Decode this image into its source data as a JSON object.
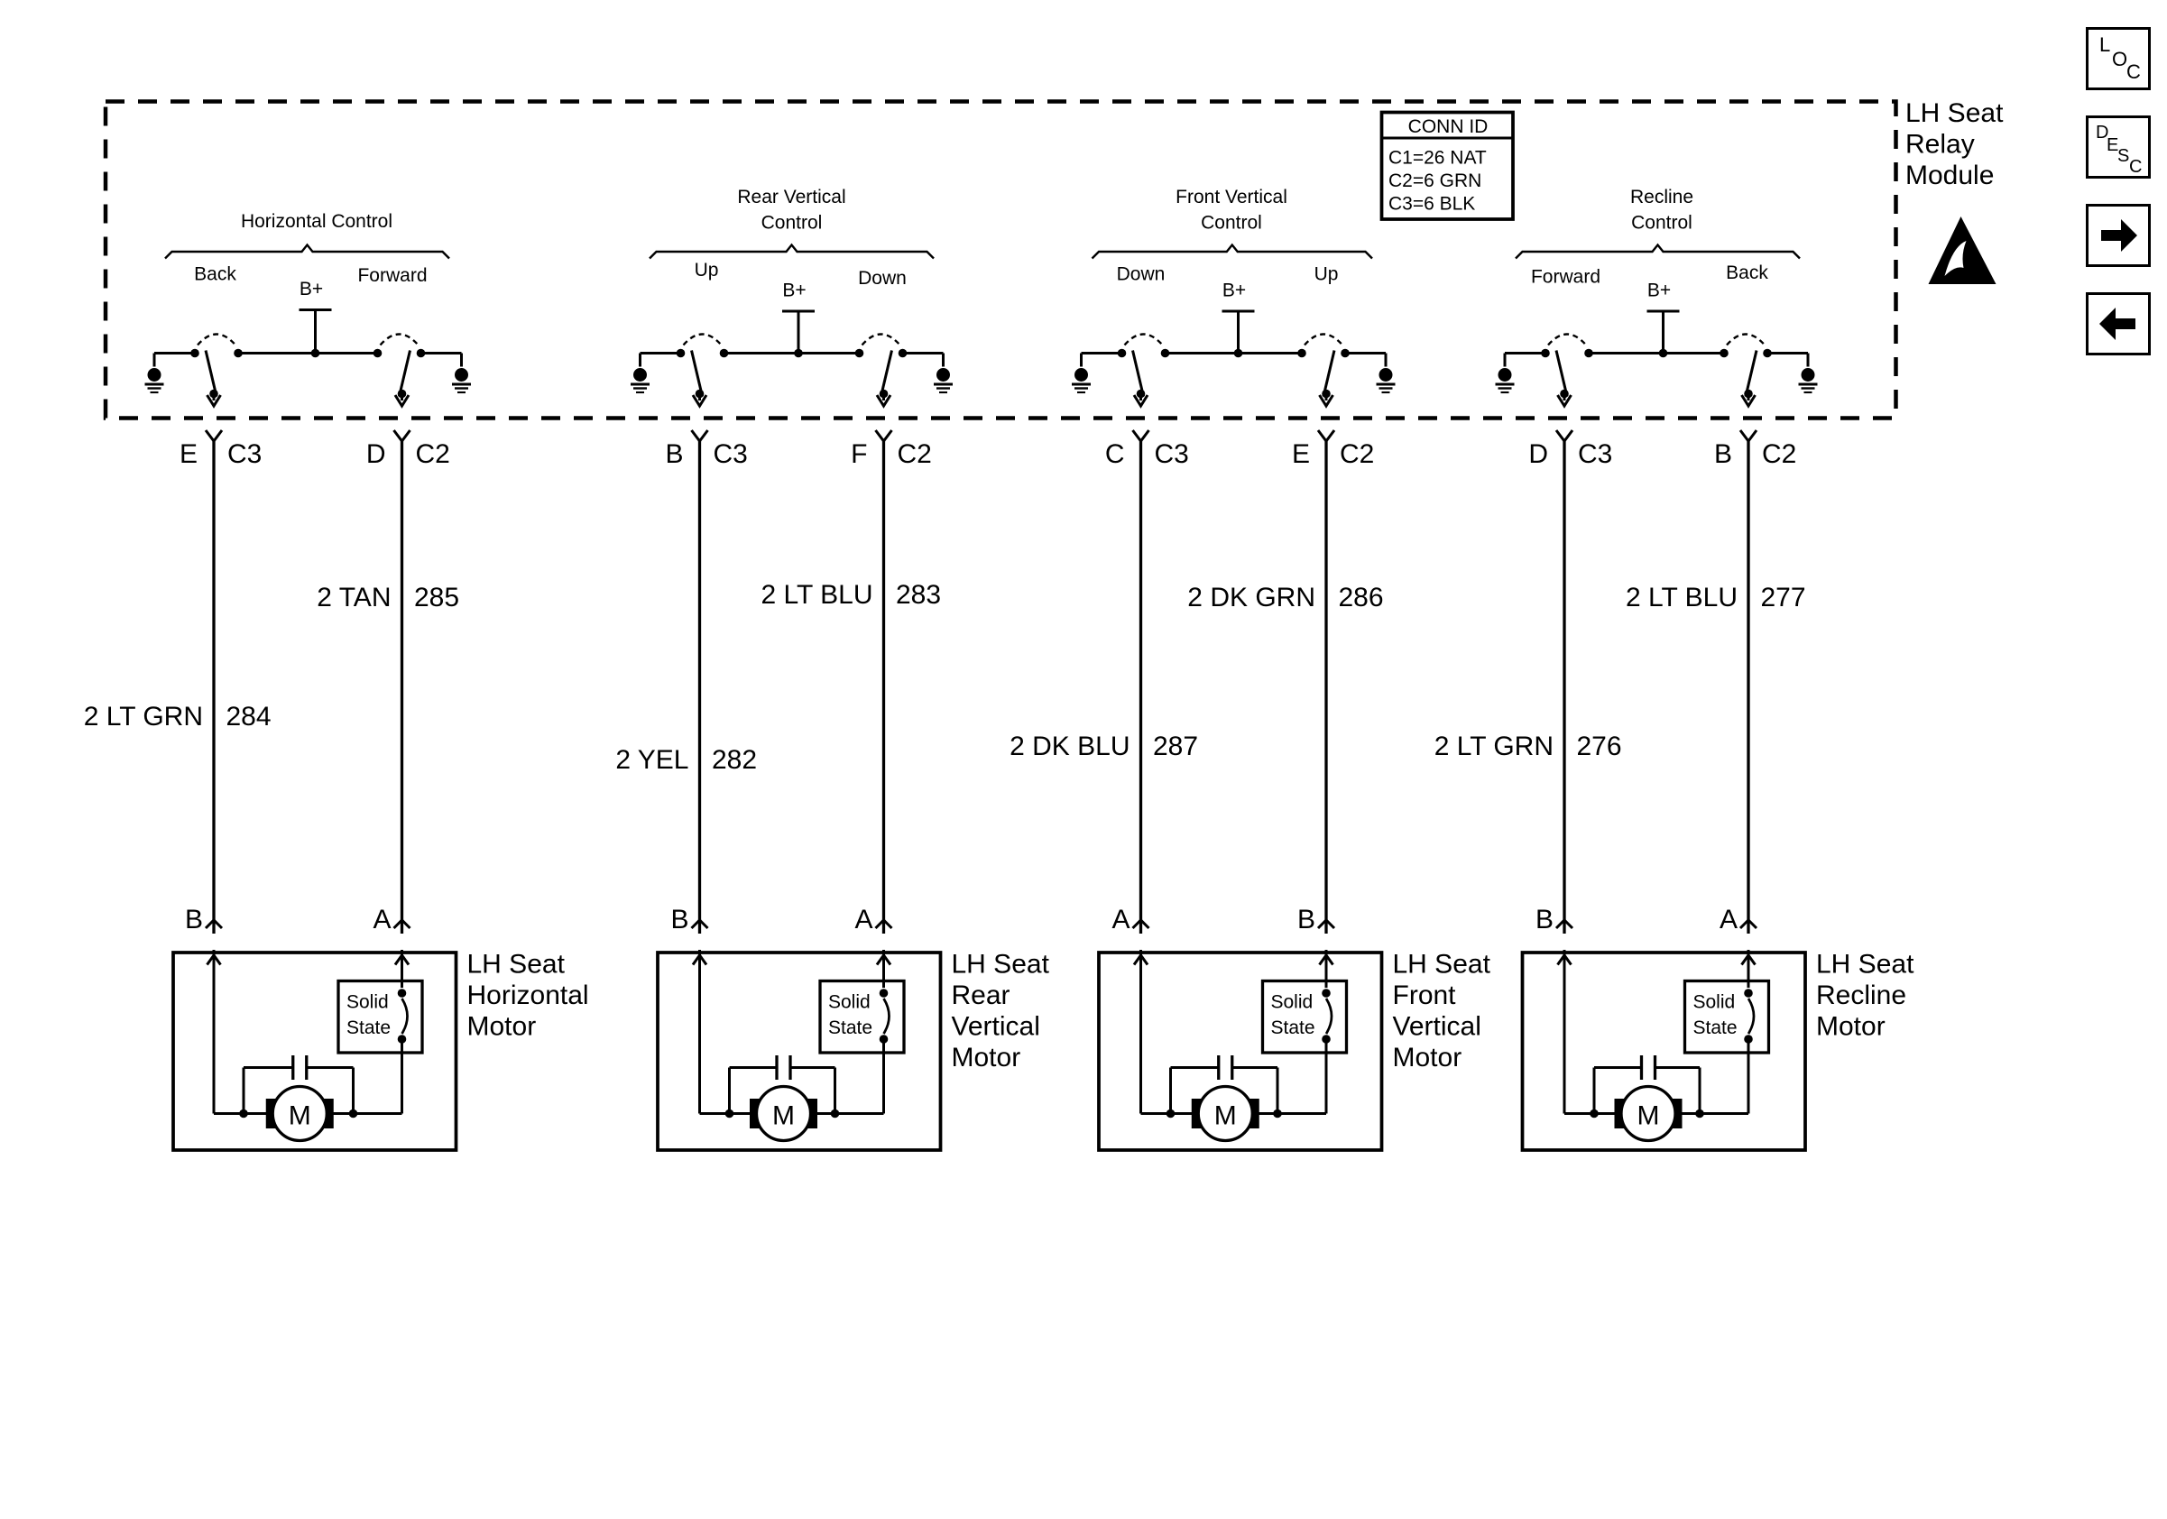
{
  "module": {
    "name_lines": [
      "LH Seat",
      "Relay",
      "Module"
    ],
    "conn_id": {
      "title": "CONN ID",
      "lines": [
        "C1=26 NAT",
        "C2=6 GRN",
        "C3=6 BLK"
      ]
    }
  },
  "b_plus": "B+",
  "controls": [
    {
      "title_lines": [
        "Horizontal Control"
      ],
      "left_label": "Back",
      "right_label": "Forward",
      "left_wire": {
        "pin": "E",
        "connector": "C3",
        "size_color": "2 LT GRN",
        "circuit": "284",
        "motor_pin": "B"
      },
      "right_wire": {
        "pin": "D",
        "connector": "C2",
        "size_color": "2 TAN",
        "circuit": "285",
        "motor_pin": "A"
      },
      "motor_lines": [
        "LH Seat",
        "Horizontal",
        "Motor"
      ]
    },
    {
      "title_lines": [
        "Rear Vertical",
        "Control"
      ],
      "left_label": "Up",
      "right_label": "Down",
      "left_wire": {
        "pin": "B",
        "connector": "C3",
        "size_color": "2 YEL",
        "circuit": "282",
        "motor_pin": "B"
      },
      "right_wire": {
        "pin": "F",
        "connector": "C2",
        "size_color": "2 LT BLU",
        "circuit": "283",
        "motor_pin": "A"
      },
      "motor_lines": [
        "LH Seat",
        "Rear",
        "Vertical",
        "Motor"
      ]
    },
    {
      "title_lines": [
        "Front Vertical",
        "Control"
      ],
      "left_label": "Down",
      "right_label": "Up",
      "left_wire": {
        "pin": "C",
        "connector": "C3",
        "size_color": "2 DK BLU",
        "circuit": "287",
        "motor_pin": "A"
      },
      "right_wire": {
        "pin": "E",
        "connector": "C2",
        "size_color": "2 DK GRN",
        "circuit": "286",
        "motor_pin": "B"
      },
      "motor_lines": [
        "LH Seat",
        "Front",
        "Vertical",
        "Motor"
      ]
    },
    {
      "title_lines": [
        "Recline",
        "Control"
      ],
      "left_label": "Forward",
      "right_label": "Back",
      "left_wire": {
        "pin": "D",
        "connector": "C3",
        "size_color": "2 LT GRN",
        "circuit": "276",
        "motor_pin": "B"
      },
      "right_wire": {
        "pin": "B",
        "connector": "C2",
        "size_color": "2 LT BLU",
        "circuit": "277",
        "motor_pin": "A"
      },
      "motor_lines": [
        "LH Seat",
        "Recline",
        "Motor"
      ]
    }
  ],
  "motor": {
    "symbol": "M",
    "solid_state_lines": [
      "Solid",
      "State"
    ]
  },
  "nav": {
    "loc": [
      "L",
      "O",
      "C"
    ],
    "desc": [
      "D",
      "E",
      "S",
      "C"
    ],
    "icons": {
      "loc": "location-icon",
      "desc": "description-icon",
      "next": "arrow-right-icon",
      "prev": "arrow-left-icon",
      "esd": "esd-sensitive-icon"
    }
  }
}
